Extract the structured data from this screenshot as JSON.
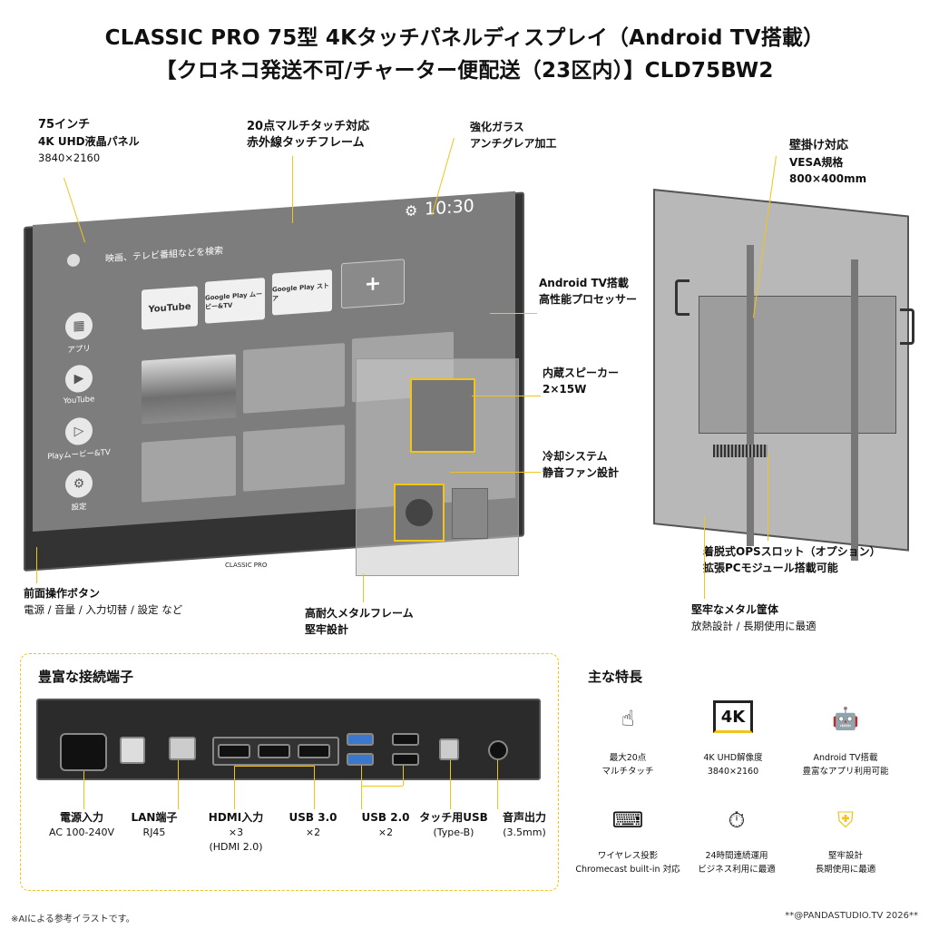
{
  "title": {
    "line1": "CLASSIC PRO 75型 4Kタッチパネルディスプレイ（Android TV搭載）",
    "line2": "【クロネコ発送不可/チャーター便配送（23区内）】CLD75BW2"
  },
  "callouts": {
    "panel": {
      "l1": "75インチ",
      "l2": "4K UHD液晶パネル",
      "l3": "3840×2160"
    },
    "touch": {
      "l1": "20点マルチタッチ対応",
      "l2": "赤外線タッチフレーム"
    },
    "glass": {
      "l1": "強化ガラス",
      "l2": "アンチグレア加工"
    },
    "android": {
      "l1": "Android TV搭載",
      "l2": "高性能プロセッサー"
    },
    "speaker": {
      "l1": "内蔵スピーカー",
      "l2": "2×15W"
    },
    "cooling": {
      "l1": "冷却システム",
      "l2": "静音ファン設計"
    },
    "front": {
      "l1": "前面操作ボタン",
      "l2": "電源 / 音量 / 入力切替 / 設定 など"
    },
    "metal": {
      "l1": "高耐久メタルフレーム",
      "l2": "堅牢設計"
    },
    "wall": {
      "l1": "壁掛け対応",
      "l2": "VESA規格",
      "l3": "800×400mm"
    },
    "ops": {
      "l1": "着脱式OPSスロット（オプション）",
      "l2": "拡張PCモジュール搭載可能"
    },
    "body": {
      "l1": "堅牢なメタル筐体",
      "l2": "放熱設計 / 長期使用に最適"
    }
  },
  "screen": {
    "time": "10:30",
    "search": "映画、テレビ番組などを検索",
    "apps": [
      "YouTube",
      "Google Play ムービー&TV",
      "Google Play ストア",
      "+"
    ],
    "side": [
      "アプリ",
      "YouTube",
      "Playムービー&TV",
      "設定"
    ],
    "brand": "CLASSIC PRO"
  },
  "ports": {
    "heading": "豊富な接続端子",
    "items": [
      {
        "name": "電源入力",
        "sub": "AC 100-240V",
        "sub2": ""
      },
      {
        "name": "LAN端子",
        "sub": "RJ45",
        "sub2": ""
      },
      {
        "name": "HDMI入力",
        "sub": "×3",
        "sub2": "(HDMI 2.0)"
      },
      {
        "name": "USB 3.0",
        "sub": "×2",
        "sub2": ""
      },
      {
        "name": "USB 2.0",
        "sub": "×2",
        "sub2": ""
      },
      {
        "name": "タッチ用USB",
        "sub": "(Type-B)",
        "sub2": ""
      },
      {
        "name": "音声出力",
        "sub": "(3.5mm)",
        "sub2": ""
      }
    ]
  },
  "features": {
    "heading": "主な特長",
    "items": [
      {
        "icon": "touch-hand-icon",
        "l1": "最大20点",
        "l2": "マルチタッチ"
      },
      {
        "icon": "4k-badge-icon",
        "badge": "4K",
        "l1": "4K UHD解像度",
        "l2": "3840×2160"
      },
      {
        "icon": "android-icon",
        "l1": "Android TV搭載",
        "l2": "豊富なアプリ利用可能"
      },
      {
        "icon": "cast-icon",
        "l1": "ワイヤレス投影",
        "l2": "Chromecast built-in 対応"
      },
      {
        "icon": "clock-24-icon",
        "l1": "24時間連続運用",
        "l2": "ビジネス利用に最適"
      },
      {
        "icon": "shield-icon",
        "l1": "堅牢設計",
        "l2": "長期使用に最適"
      }
    ]
  },
  "footer": {
    "left": "※AIによる参考イラストです。",
    "right": "**@PANDASTUDIO.TV 2026**"
  },
  "colors": {
    "accent": "#f2c318",
    "frame": "#333333",
    "screen": "#7d7d7d"
  }
}
